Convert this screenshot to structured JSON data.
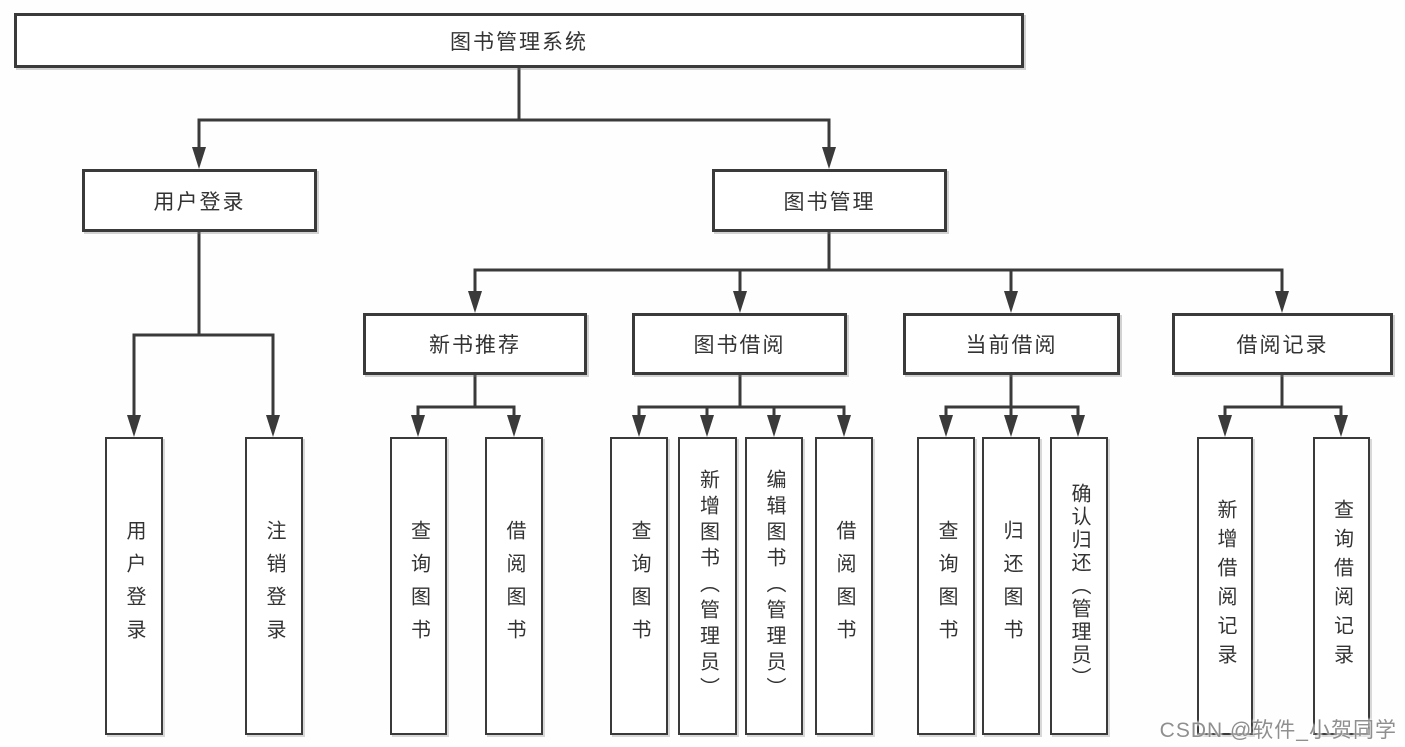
{
  "diagram": {
    "root": "图书管理系统",
    "level1": [
      {
        "label": "用户登录",
        "children": [
          "用户登录",
          "注销登录"
        ]
      },
      {
        "label": "图书管理"
      }
    ],
    "level2": [
      {
        "label": "新书推荐",
        "children": [
          "查询图书",
          "借阅图书"
        ]
      },
      {
        "label": "图书借阅",
        "children": [
          "查询图书",
          "新增图书（管理员）",
          "编辑图书（管理员）",
          "借阅图书"
        ]
      },
      {
        "label": "当前借阅",
        "children": [
          "查询图书",
          "归还图书",
          "确认归还（管理员）"
        ]
      },
      {
        "label": "借阅记录",
        "children": [
          "新增借阅记录",
          "查询借阅记录"
        ]
      }
    ],
    "colors": {
      "line": "#3a3a3a",
      "text": "#333333",
      "background": "#fefefe",
      "watermark": "#8f8f8f"
    }
  },
  "watermark": "CSDN @软件_小贺同学"
}
